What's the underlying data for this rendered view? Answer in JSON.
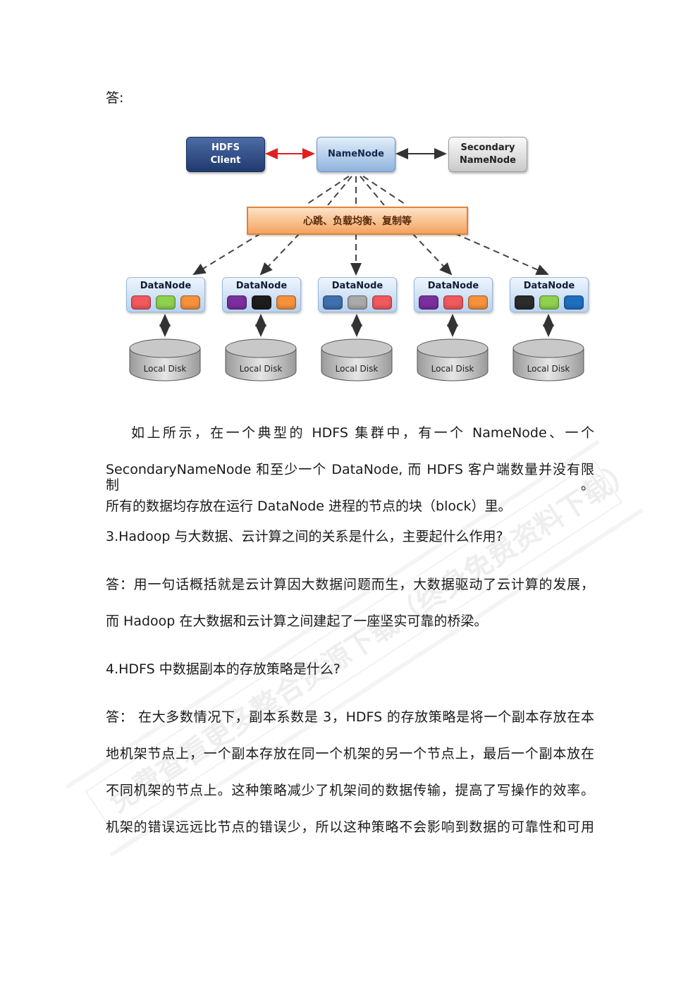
{
  "answer_label_top": "答:",
  "diagram": {
    "hdfs_client": "HDFS\nClient",
    "namenode": "NameNode",
    "secondary_namenode": "Secondary\nNameNode",
    "banner": "心跳、负载均衡、复制等",
    "datanodes": [
      {
        "label": "DataNode",
        "blocks": [
          "#f0595d",
          "#8fd14f",
          "#f6913c"
        ]
      },
      {
        "label": "DataNode",
        "blocks": [
          "#7b2f9e",
          "#1c1c1c",
          "#f6913c"
        ]
      },
      {
        "label": "DataNode",
        "blocks": [
          "#3f6fae",
          "#a9a9a9",
          "#f0595d"
        ]
      },
      {
        "label": "DataNode",
        "blocks": [
          "#7b2f9e",
          "#f0595d",
          "#f6913c"
        ]
      },
      {
        "label": "DataNode",
        "blocks": [
          "#2b2b2b",
          "#8fd14f",
          "#1f6fc0"
        ]
      }
    ],
    "disks": [
      "Local Disk",
      "Local Disk",
      "Local Disk",
      "Local Disk",
      "Local Disk"
    ],
    "colors": {
      "client_arrow": "#e02020",
      "arrow": "#333333"
    }
  },
  "paragraph1": {
    "line1": "如上所示，在一个典型的 HDFS 集群中，有一个 NameNode、一个",
    "line2": "SecondaryNameNode 和至少一个 DataNode, 而 HDFS 客户端数量并没有限制。",
    "line3": "所有的数据均存放在运行 DataNode 进程的节点的块（block）里。"
  },
  "question3": "3.Hadoop 与大数据、云计算之间的关系是什么，主要起什么作用?",
  "answer3": {
    "line1": "答：用一句话概括就是云计算因大数据问题而生，大数据驱动了云计算的发展，",
    "line2": "而 Hadoop 在大数据和云计算之间建起了一座坚实可靠的桥梁。"
  },
  "question4": "4.HDFS 中数据副本的存放策略是什么?",
  "answer4": {
    "line1": "答： 在大多数情况下，副本系数是 3，HDFS 的存放策略是将一个副本存放在本",
    "line2": "地机架节点上，一个副本存放在同一个机架的另一个节点上，最后一个副本放在",
    "line3": "不同机架的节点上。这种策略减少了机架间的数据传输，提高了写操作的效率。",
    "line4": "机架的错误远远比节点的错误少，所以这种策略不会影响到数据的可靠性和可用"
  },
  "watermark": "免费查看更多整合资源下载（终身免费资料下载）"
}
